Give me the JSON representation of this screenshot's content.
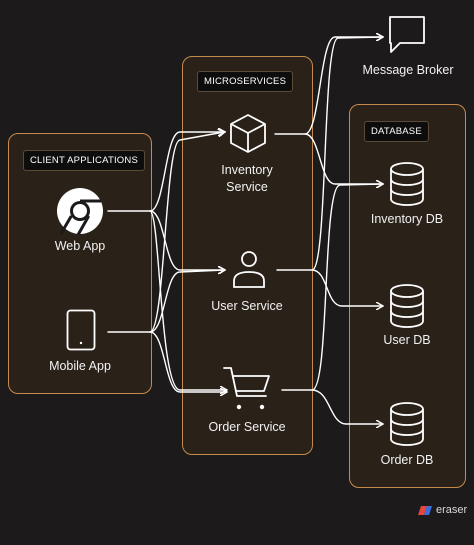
{
  "groups": {
    "client": "CLIENT APPLICATIONS",
    "micro": "MICROSERVICES",
    "database": "DATABASE"
  },
  "nodes": {
    "web_app": "Web App",
    "mobile_app": "Mobile App",
    "inventory_service_line1": "Inventory",
    "inventory_service_line2": "Service",
    "user_service": "User Service",
    "order_service": "Order Service",
    "message_broker": "Message Broker",
    "inventory_db": "Inventory DB",
    "user_db": "User DB",
    "order_db": "Order DB"
  },
  "brand": "eraser",
  "colors": {
    "background": "#1c1a1b",
    "group_border": "#c58a4d",
    "group_fill": "#2a2119",
    "wire": "#ffffff"
  }
}
